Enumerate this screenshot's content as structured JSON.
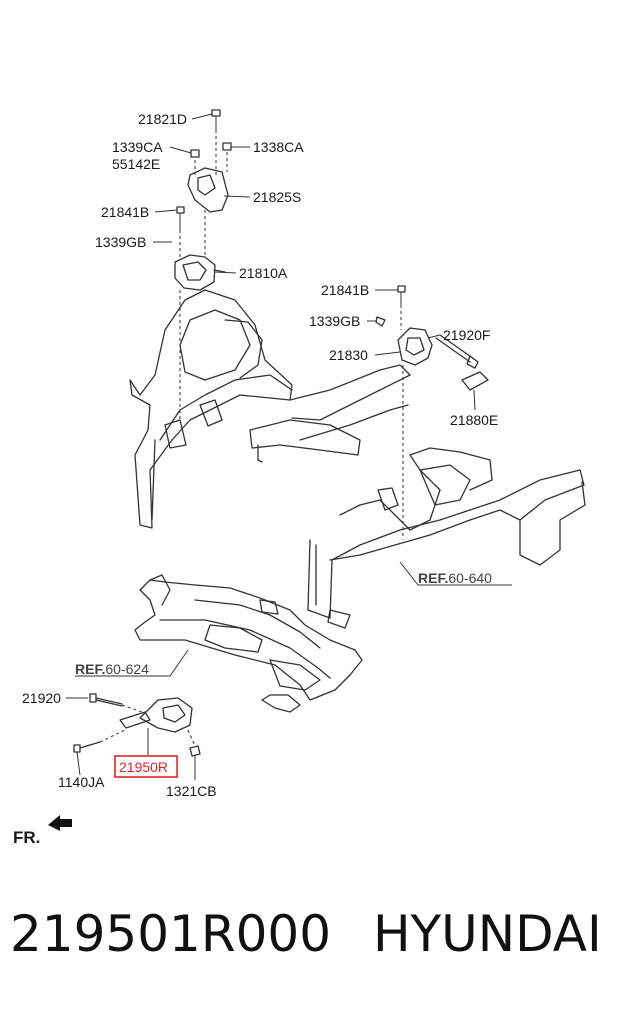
{
  "labels": {
    "p21821D": "21821D",
    "p1339CA": "1339CA",
    "p55142E": "55142E",
    "p1338CA": "1338CA",
    "p21825S": "21825S",
    "p21841B_a": "21841B",
    "p1339GB_a": "1339GB",
    "p21810A": "21810A",
    "p21841B_b": "21841B",
    "p1339GB_b": "1339GB",
    "p21920F": "21920F",
    "p21830": "21830",
    "p21880E": "21880E",
    "p21920": "21920",
    "p21950R": "21950R",
    "p1140JA": "1140JA",
    "p1321CB": "1321CB",
    "fr": "FR."
  },
  "refs": {
    "ref_a_bold": "REF.",
    "ref_a_num": "60-640",
    "ref_b_bold": "REF.",
    "ref_b_num": "60-624"
  },
  "highlight_color": "#e3242b",
  "footer": {
    "part_number": "219501R000",
    "brand": "HYUNDAI"
  }
}
